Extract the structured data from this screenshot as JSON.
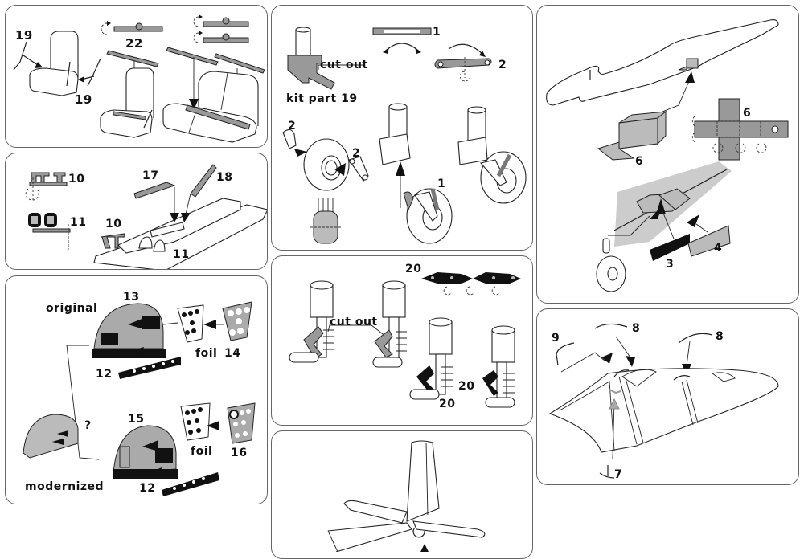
{
  "panels": {
    "seats": {
      "labels": {
        "belt_a": "19",
        "belt_b": "19",
        "straps": "22"
      }
    },
    "landing_gear_tail": {
      "labels": {
        "part1": "1",
        "part2_top": "2",
        "part2_left": "2",
        "part2_wheel": "2",
        "part1_wheel": "1",
        "cut_out": "cut out",
        "kit_part": "kit part 19"
      }
    },
    "fuselage": {
      "labels": {
        "part6_box": "6",
        "part6_flat": "6",
        "part3": "3",
        "part4": "4"
      }
    },
    "floor": {
      "labels": {
        "part10_icon": "10",
        "part11_icon": "11",
        "part17": "17",
        "part18": "18",
        "part10": "10",
        "part11": "11"
      }
    },
    "instrument_panel": {
      "labels": {
        "original": "original",
        "modernized": "modernized",
        "part13": "13",
        "part14": "14",
        "part15": "15",
        "part16": "16",
        "part12_a": "12",
        "part12_b": "12",
        "foil_a": "foil",
        "foil_b": "foil",
        "question": "?"
      }
    },
    "main_gear": {
      "labels": {
        "part20_fret": "20",
        "cut_out": "cut out",
        "part20_a": "20",
        "part20_b": "20"
      }
    },
    "tail": {
      "labels": {}
    },
    "canopy": {
      "labels": {
        "part9": "9",
        "part8_a": "8",
        "part8_b": "8",
        "part7": "7"
      }
    }
  },
  "colors": {
    "part_grey": "#999999",
    "light_grey": "#bbbbbb",
    "ink": "#111111",
    "border": "#666666"
  }
}
